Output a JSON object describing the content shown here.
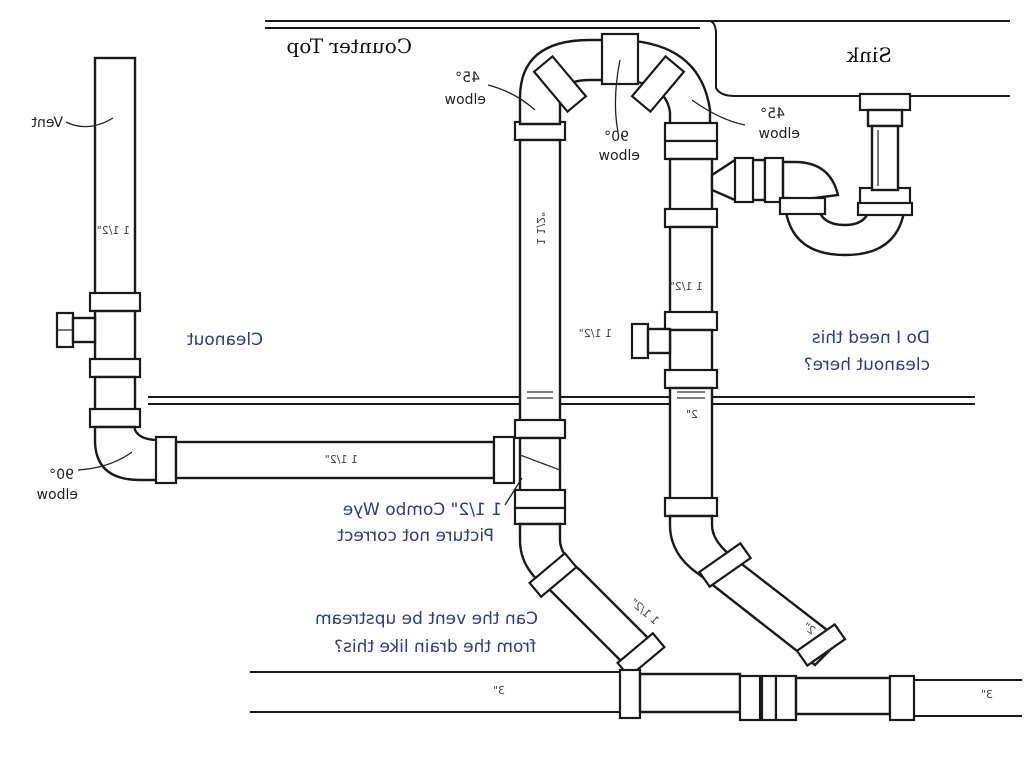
{
  "labels": {
    "counter_top": "Counter Top",
    "sink": "Sink",
    "vent": "Vent",
    "elbow_45": "45°",
    "elbow_word": "elbow",
    "elbow_90": "90°",
    "cleanout": "Cleanout",
    "size_1_5": "1 1/2\"",
    "size_2": "2\"",
    "size_3": "3\""
  },
  "notes": {
    "combo_wye_line1": "1 1/2\" Combo Wye",
    "combo_wye_line2": "Picture not correct",
    "cleanout_q_line1": "Do I need this",
    "cleanout_q_line2": "cleanout here?",
    "vent_q_line1": "Can the vent be upstream",
    "vent_q_line2": "from the drain like this?"
  },
  "colors": {
    "line": "#1a1a1a",
    "note_text": "#2b3a8f"
  }
}
